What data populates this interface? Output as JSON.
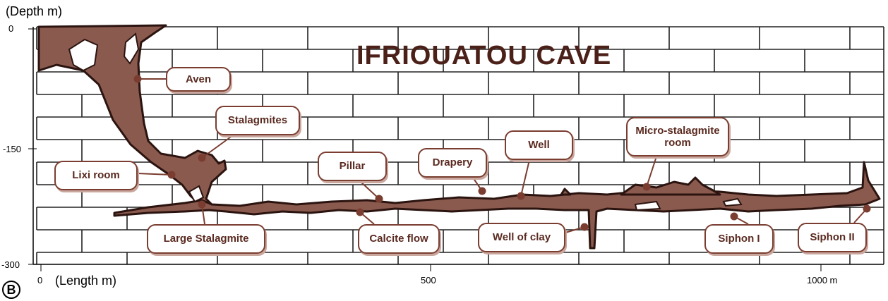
{
  "title": "IFRIOUATOU CAVE",
  "panel_label": "B",
  "y_axis": {
    "label": "(Depth m)",
    "ticks": [
      "0",
      "-150",
      "-300"
    ]
  },
  "x_axis": {
    "label": "(Length m)",
    "ticks": [
      "0",
      "500",
      "1000 m"
    ]
  },
  "callouts": {
    "aven": "Aven",
    "stalagmites": "Stalagmites",
    "lixi_room": "Lixi room",
    "large_stalagmite": "Large Stalagmite",
    "pillar": "Pillar",
    "calcite_flow": "Calcite flow",
    "drapery": "Drapery",
    "well": "Well",
    "well_of_clay": "Well of clay",
    "micro_stalagmite_room_line1": "Micro-stalagmite",
    "micro_stalagmite_room_line2": "room",
    "siphon_1": "Siphon I",
    "siphon_2": "Siphon II"
  },
  "colors": {
    "cave_fill": "#8b5a4e",
    "cave_outline": "#2b1410",
    "callout_border": "#7a3d30",
    "title": "#4b2018"
  }
}
